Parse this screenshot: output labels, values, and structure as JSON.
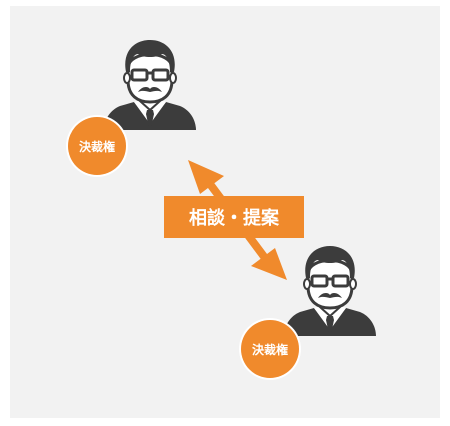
{
  "person_top": {
    "badge": "決裁権"
  },
  "person_bottom": {
    "badge": "決裁権"
  },
  "relation": {
    "label": "相談・提案"
  },
  "colors": {
    "accent": "#f08a2c",
    "figure": "#3c3c3c",
    "background": "#f2f2f2"
  },
  "icons": [
    "businessman-icon",
    "double-arrow-icon"
  ]
}
